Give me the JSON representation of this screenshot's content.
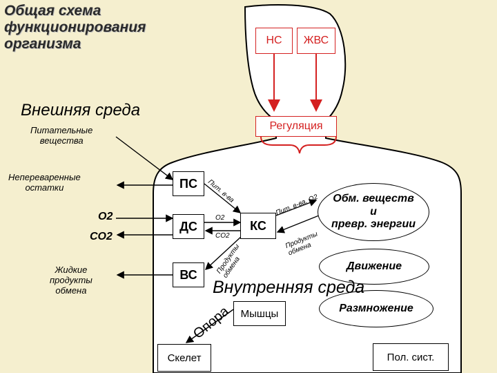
{
  "title": "Общая схема\nфункционирования\nорганизма",
  "external_env": "Внешняя  среда",
  "internal_env": "Внутренняя  среда",
  "nodes": {
    "ns": "НС",
    "zhvs": "ЖВС",
    "regulation": "Регуляция",
    "ps": "ПС",
    "ds": "ДС",
    "vs": "ВС",
    "ks": "КС",
    "muscles": "Мышцы",
    "skeleton": "Скелет",
    "repro_system": "Пол. сист."
  },
  "left_labels": {
    "nutrients": "Питательные\nвещества",
    "undigested": "Непереваренные\nостатки",
    "o2": "O2",
    "co2": "CO2",
    "liquid_products": "Жидкие\nпродукты\nобмена"
  },
  "functions": {
    "metabolism": "Обм. веществ\nи\nпревр. энергии",
    "movement": "Движение",
    "reproduction": "Размножение"
  },
  "arrow_labels": {
    "nutr_ps": "Пит. в-ва",
    "o2_small": "O2",
    "co2_small": "CO2",
    "products_vs": "Продукты\nобмена",
    "nutr_o2_ks": "Пит. в-ва, O2",
    "products_ks": "Продукты\nобмена",
    "support": "Опора"
  },
  "colors": {
    "background": "#f5efcf",
    "body": "#ffffff",
    "accent_red": "#d42020"
  }
}
